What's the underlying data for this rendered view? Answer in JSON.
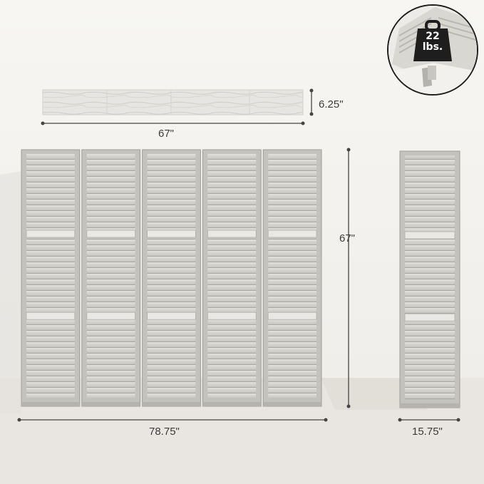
{
  "dimensions": {
    "top_length": "67\"",
    "top_depth": "6.25\"",
    "total_width": "78.75\"",
    "height": "67\"",
    "panel_width": "15.75\""
  },
  "weight_badge": {
    "value": "22",
    "unit": "lbs.",
    "icon": "weight-icon"
  },
  "product": {
    "panel_count": 5,
    "panel_count_detail": 1,
    "finish_color": "#d4d2cc",
    "frame_color": "#c4c2bc",
    "background_color": "#f3f2ef",
    "floor_color": "#e8e4df"
  }
}
